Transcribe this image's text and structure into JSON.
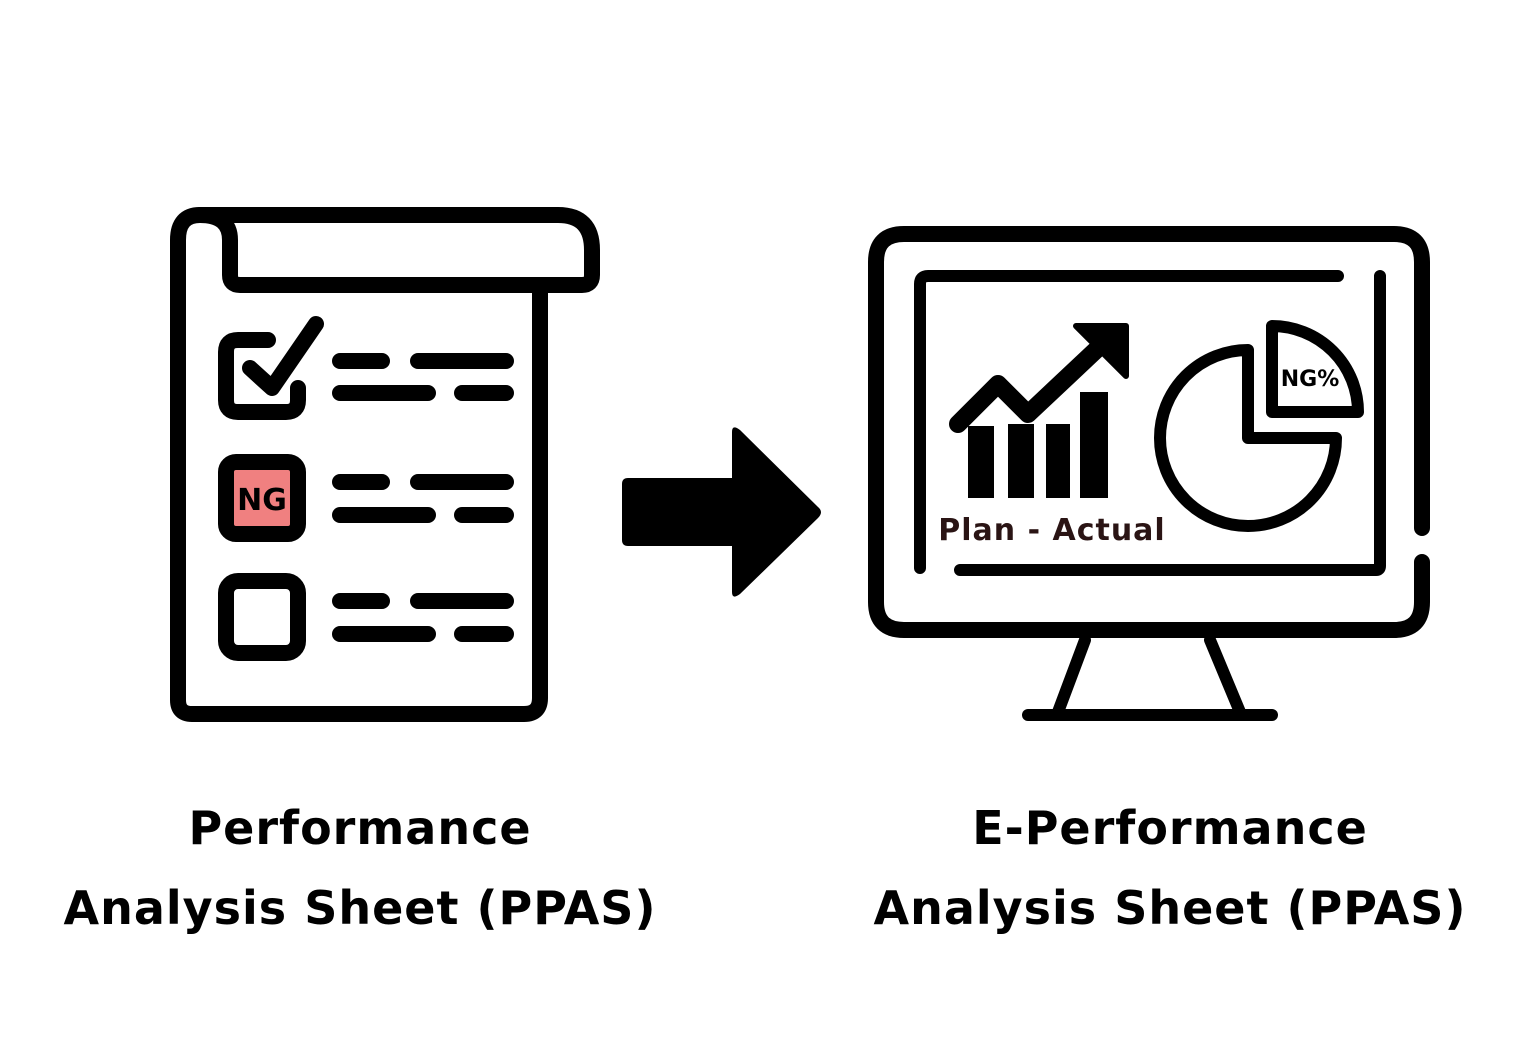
{
  "left_panel": {
    "status_badge": "NG",
    "caption_line1": "Performance",
    "caption_line2": "Analysis Sheet (PPAS)"
  },
  "right_panel": {
    "chart_label": "Plan - Actual",
    "pie_label": "NG%",
    "caption_line1": "E-Performance",
    "caption_line2": "Analysis Sheet (PPAS)"
  },
  "icons": {
    "left": "checklist-document-icon",
    "middle": "right-arrow-icon",
    "right": "monitor-dashboard-icon"
  },
  "colors": {
    "ng_badge_fill": "#f08080",
    "ink": "#000000",
    "label_text": "#2a1414"
  }
}
